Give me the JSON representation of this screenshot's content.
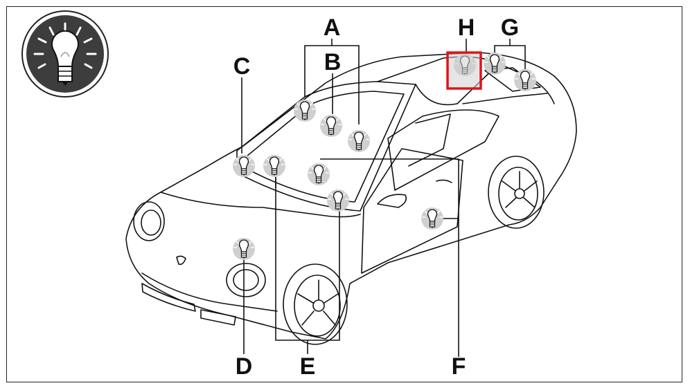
{
  "icon": "bulb-badge-icon",
  "labels": {
    "A": "A",
    "B": "B",
    "C": "C",
    "D": "D",
    "E": "E",
    "F": "F",
    "G": "G",
    "H": "H"
  },
  "bulbs": [
    {
      "group": "A",
      "icon": "bulb-icon"
    },
    {
      "group": "A",
      "icon": "bulb-icon"
    },
    {
      "group": "B",
      "icon": "bulb-icon"
    },
    {
      "group": "C",
      "icon": "bulb-icon"
    },
    {
      "group": "C",
      "icon": "bulb-icon"
    },
    {
      "group": "D",
      "icon": "bulb-icon"
    },
    {
      "group": "E",
      "icon": "bulb-icon"
    },
    {
      "group": "E",
      "icon": "bulb-icon"
    },
    {
      "group": "F",
      "icon": "bulb-icon"
    },
    {
      "group": "G",
      "icon": "bulb-icon"
    },
    {
      "group": "G",
      "icon": "bulb-icon"
    },
    {
      "group": "H",
      "icon": "bulb-icon",
      "highlighted": true
    }
  ],
  "colors": {
    "highlight": "#e0141c",
    "bulb_halo": "#c8c8c8",
    "line": "#111111"
  }
}
